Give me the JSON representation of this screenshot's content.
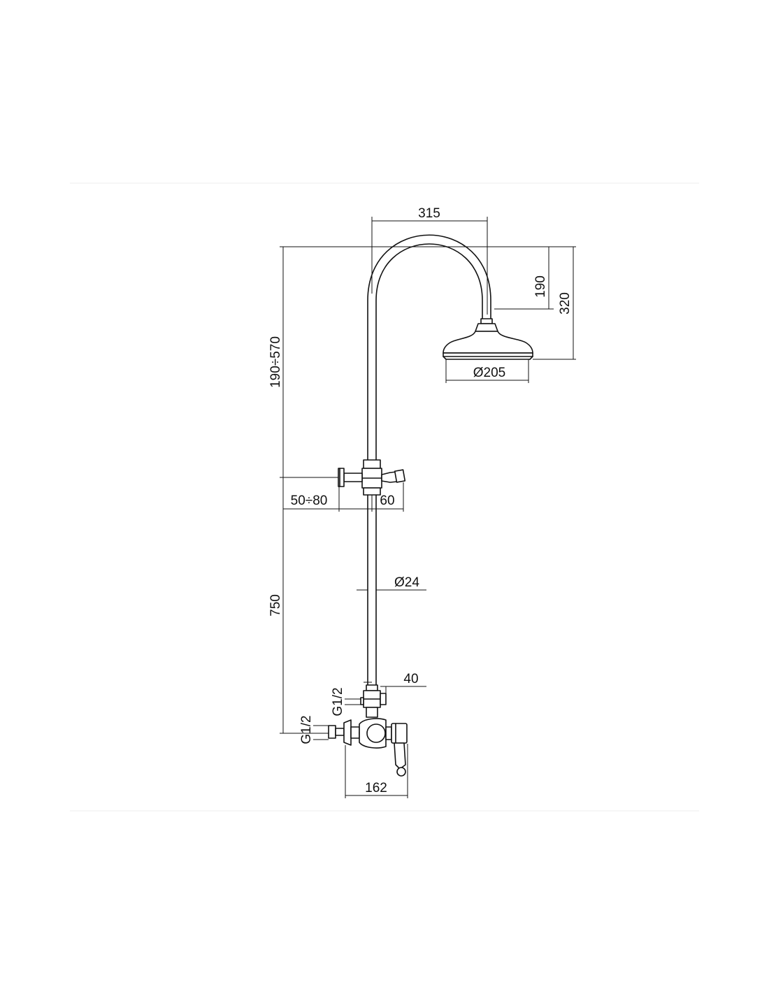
{
  "colors": {
    "line": "#111111",
    "background": "#ffffff",
    "frame": "#ececec"
  },
  "dimensions": {
    "arm_reach": "315",
    "arm_rise": "190",
    "head_drop": "320",
    "head_diameter": "Ø205",
    "adjustable_height": "190÷570",
    "bracket_offset": "50÷80",
    "bracket_depth": "60",
    "pipe_diameter": "Ø24",
    "column_height": "750",
    "mixer_outlet_offset": "40",
    "upper_connection": "G1/2",
    "lower_connection": "G1/2",
    "mixer_width": "162"
  }
}
